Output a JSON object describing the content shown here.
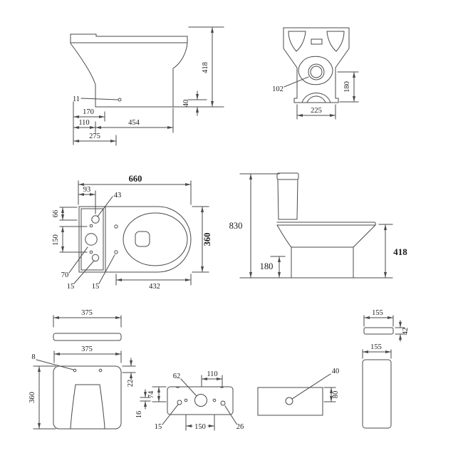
{
  "drawing": {
    "background": "#ffffff",
    "line_color": "#4a4a4a",
    "text_color": "#1b1b1b",
    "views": {
      "pan_side": {
        "hole_label": "11",
        "overall_height": "418",
        "hole_height": "40",
        "fix_distance": "170",
        "back_offset": "110",
        "base_depth": "454",
        "front_depth": "275"
      },
      "pan_bottom": {
        "outlet_dia": "102",
        "outlet_height": "180",
        "base_width": "225"
      },
      "plan": {
        "overall_depth": "660",
        "cistern_hole_offset": "93",
        "top_hole_dia": "43",
        "top_hole_edge": "66",
        "hole_spacing": "150",
        "inlet_dia": "70",
        "fix_left": "15",
        "fix_right": "15",
        "bowl_length": "432",
        "overall_width": "360"
      },
      "full_side": {
        "total_height": "830",
        "plinth_height": "180",
        "pan_height": "418"
      },
      "seat_lid": {
        "lid_width": "375",
        "seat_width": "375",
        "hinge_hole_dia": "8",
        "seat_depth": "360",
        "hinge_edge_offset": "22"
      },
      "cistern_bottom": {
        "inlet_dia": "62",
        "upper_spacing": "110",
        "edge_to_hole": "74",
        "small_offset": "16",
        "fix_hole_dia": "15",
        "fix_spacing": "150",
        "overflow_dia": "26"
      },
      "cistern_side": {
        "hole_dia": "40",
        "hole_offset": "80"
      },
      "flush_parts": {
        "plate_width": "155",
        "plate_thickness": "42",
        "pipe_width": "155"
      }
    }
  }
}
